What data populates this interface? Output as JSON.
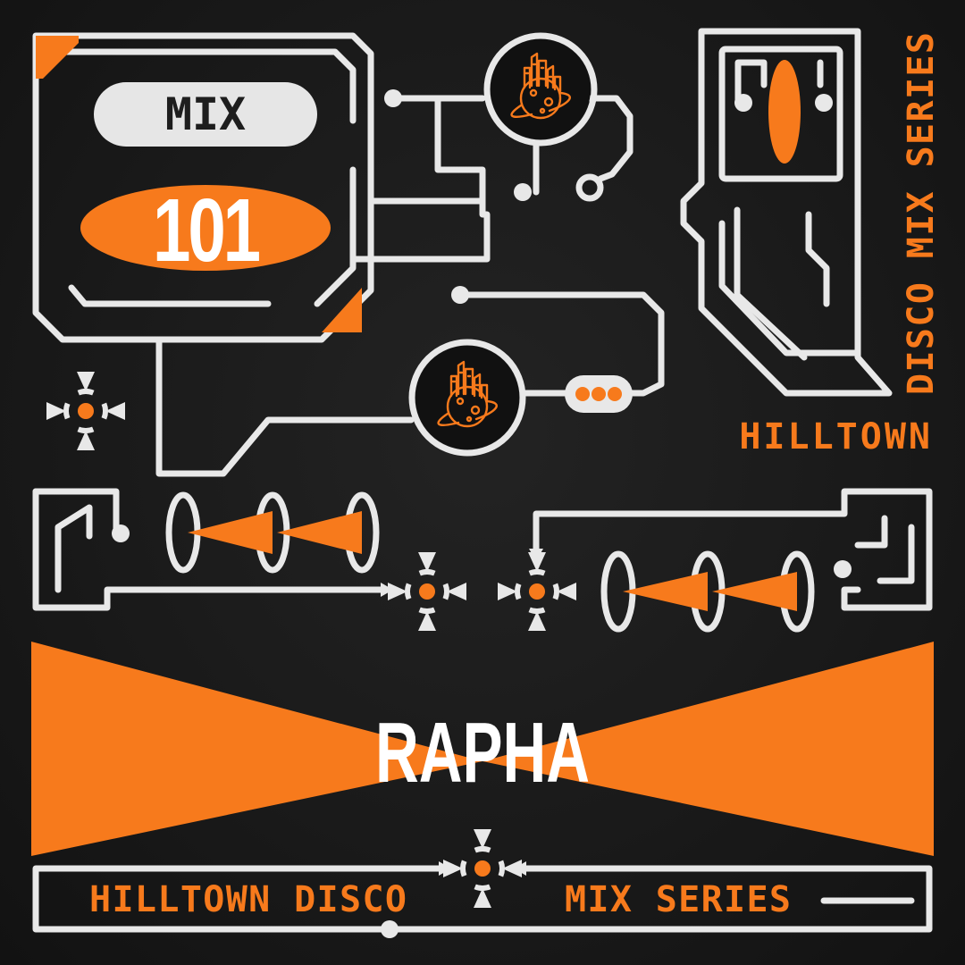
{
  "cover": {
    "mix_label": "MIX",
    "mix_number": "101",
    "artist": "RAPHA",
    "side_series": "DISCO MIX SERIES",
    "side_brand": "HILLTOWN",
    "footer_left": "HILLTOWN DISCO",
    "footer_right": "MIX SERIES"
  },
  "colors": {
    "background": "#1a1a1a",
    "line": "#e8e8e8",
    "accent": "#f77a1c",
    "pill": "#e6e6e6"
  },
  "icons": [
    "planet-city-logo-icon",
    "crosshair-icon",
    "dots-icon"
  ]
}
